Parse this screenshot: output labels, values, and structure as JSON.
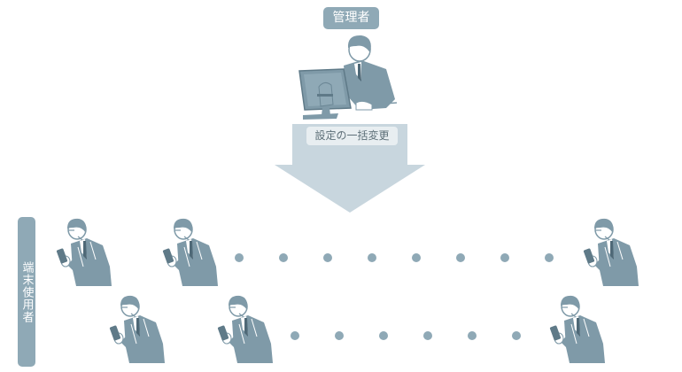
{
  "admin": {
    "label": "管理者",
    "icon": "admin-at-computer-icon"
  },
  "arrow": {
    "label": "設定の一括変更",
    "icon": "down-arrow-icon",
    "color": "#c8d6de"
  },
  "users": {
    "label": "端末使用者",
    "rows": [
      {
        "people": 3,
        "dots": 8
      },
      {
        "people": 3,
        "dots": 6
      }
    ],
    "icon": "smartphone-user-icon"
  },
  "colors": {
    "accent": "#8fa9b6",
    "figure": "#7f9aa8",
    "figure_dark": "#5f7a88",
    "arrow": "#c8d6de",
    "arrow_label_bg": "#e8eef1"
  }
}
